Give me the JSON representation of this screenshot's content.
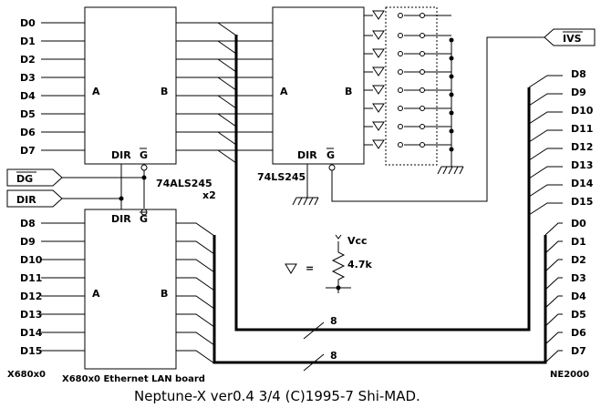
{
  "title": "Neptune-X ver0.4  3/4  (C)1995-7  Shi-MAD.",
  "chip1": {
    "port_a": "A",
    "port_b": "B",
    "dir": "DIR",
    "g": "G"
  },
  "chip2": {
    "port_a": "A",
    "port_b": "B",
    "dir": "DIR",
    "g": "G"
  },
  "chip3": {
    "port_a": "A",
    "port_b": "B",
    "dir": "DIR",
    "g": "G",
    "part": "74LS245"
  },
  "part_74als": "74ALS245",
  "part_x2": "x2",
  "signals": {
    "dg": "DG",
    "dir": "DIR",
    "ivs": "IVS"
  },
  "vcc": "Vcc",
  "resistor": "4.7k",
  "equals": "=",
  "bus_width_upper": "8",
  "bus_width_lower": "8",
  "left_upper_pins": [
    "D0",
    "D1",
    "D2",
    "D3",
    "D4",
    "D5",
    "D6",
    "D7"
  ],
  "left_lower_pins": [
    "D8",
    "D9",
    "D10",
    "D11",
    "D12",
    "D13",
    "D14",
    "D15"
  ],
  "right_upper_pins": [
    "D8",
    "D9",
    "D10",
    "D11",
    "D12",
    "D13",
    "D14",
    "D15"
  ],
  "right_lower_pins": [
    "D0",
    "D1",
    "D2",
    "D3",
    "D4",
    "D5",
    "D6",
    "D7"
  ],
  "label_x680": "X680x0",
  "label_board": "X680x0 Ethernet LAN board",
  "label_ne2000": "NE2000"
}
